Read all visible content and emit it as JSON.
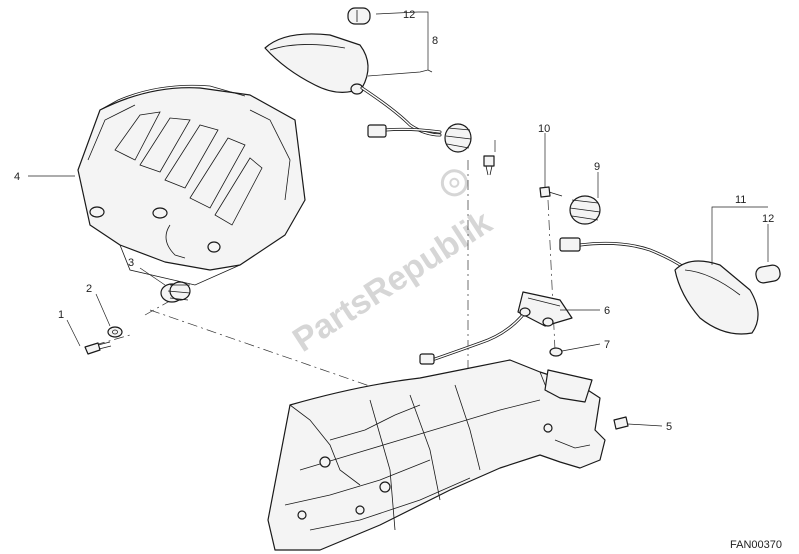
{
  "diagram": {
    "drawing_code": "FAN00370",
    "watermark": "PartsRepublik",
    "callouts": [
      "1",
      "2",
      "3",
      "4",
      "5",
      "6",
      "7",
      "8",
      "9",
      "10",
      "11",
      "12",
      "12"
    ]
  }
}
